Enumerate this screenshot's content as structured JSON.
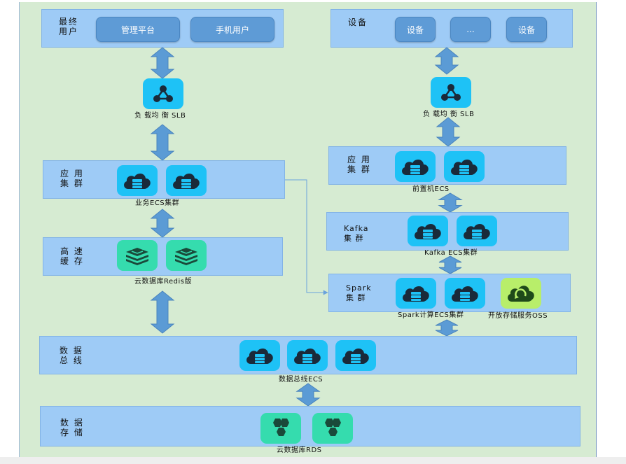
{
  "left": {
    "end_user": {
      "label": "最终\n用户",
      "buttons": [
        "管理平台",
        "手机用户"
      ]
    },
    "slb": {
      "caption": "负 载均 衡 SLB"
    },
    "app_cluster": {
      "label": "应 用\n集 群",
      "caption": "业务ECS集群"
    },
    "cache": {
      "label": "高 速\n缓 存",
      "caption": "云数据库Redis版"
    }
  },
  "right": {
    "devices": {
      "label": "设备",
      "buttons": [
        "设备",
        "...",
        "设备"
      ]
    },
    "slb": {
      "caption": "负 载均 衡 SLB"
    },
    "app_cluster": {
      "label": "应 用\n集 群",
      "caption": "前置机ECS"
    },
    "kafka": {
      "label": "Kafka\n集 群",
      "caption": "Kafka ECS集群"
    },
    "spark": {
      "label": "Spark\n集 群",
      "caption": "Spark计算ECS集群",
      "oss_caption": "开放存储服务OSS"
    }
  },
  "bus": {
    "label": "数 据\n总 线",
    "caption": "数据总线ECS"
  },
  "storage": {
    "label": "数 据\n存 储",
    "caption": "云数据库RDS"
  },
  "colors": {
    "background": "#d6ebd2",
    "band": "#9ecbf6",
    "button": "#5e9bd6",
    "arrow": "#5b9bd5",
    "icon_cyan": "#1ec2f6",
    "icon_teal": "#35dcae",
    "icon_lime": "#b8ee6a"
  },
  "icons": {
    "slb": "network-node-icon",
    "ecs": "cloud-server-icon",
    "redis": "stack-layers-icon",
    "rds": "hexagon-cluster-icon",
    "oss": "cloud-refresh-icon"
  }
}
